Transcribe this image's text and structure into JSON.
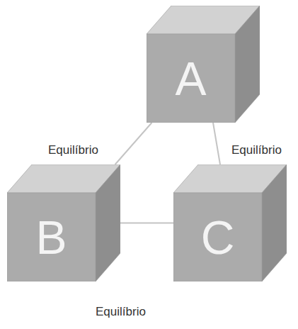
{
  "diagram": {
    "nodes": [
      {
        "text": [
          "A"
        ]
      },
      {
        "text": [
          "B"
        ]
      },
      {
        "text": [
          "C"
        ]
      }
    ],
    "edges": [
      {
        "from": 0,
        "to": 1,
        "arrow": "none",
        "label": "Equilíbrio"
      },
      {
        "from": 0,
        "to": 2,
        "arrow": "none",
        "label": "Equilíbrio"
      },
      {
        "from": 1,
        "to": 2,
        "arrow": "none",
        "label": "Equilíbrio"
      }
    ]
  }
}
